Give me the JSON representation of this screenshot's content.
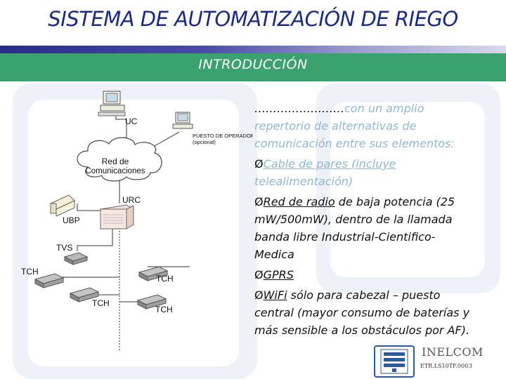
{
  "header": {
    "title": "SISTEMA DE AUTOMATIZACIÓN DE RIEGO",
    "subtitle": "INTRODUCCIÓN"
  },
  "diagram": {
    "labels": {
      "uc": "UC",
      "operator": "PUESTO DE OPERADOR",
      "operator_note": "(opcional)",
      "network_1": "Red de",
      "network_2": "Comunicaciones",
      "urc": "URC",
      "ubp": "UBP",
      "tvs": "TVS",
      "tch": "TCH"
    }
  },
  "body": {
    "intro_dots": "……………………",
    "intro_1": "con un amplio",
    "intro_2": "repertorio de alternativas de",
    "intro_3": "comunicación entre sus elementos:",
    "arrow": "Ø",
    "b1_link": "Cable de pares (incluye",
    "b1_rest": "telealimentación)",
    "b2_link": "Red de radio",
    "b2_rest_1": " de baja potencia (25",
    "b2_rest_2": "mW/500mW), dentro de la llamada",
    "b2_rest_3": "banda libre Industrial-Cientifico-",
    "b2_rest_4": "Medica",
    "b3_link": "GPRS",
    "b4_link": "WiFi",
    "b4_rest_1": " sólo para cabezal – puesto",
    "b4_rest_2": "central (mayor consumo de baterías y",
    "b4_rest_3": "más sensible a los obstáculos por AF)."
  },
  "footer": {
    "logo": "INELCOM",
    "code": "ETR.LS10TF.000",
    "page": "3"
  },
  "colors": {
    "title": "#1a2a8a",
    "band_green": "#3aa26e",
    "band_blue": "#2b2a8a",
    "faded_text": "#8fb8d8"
  }
}
